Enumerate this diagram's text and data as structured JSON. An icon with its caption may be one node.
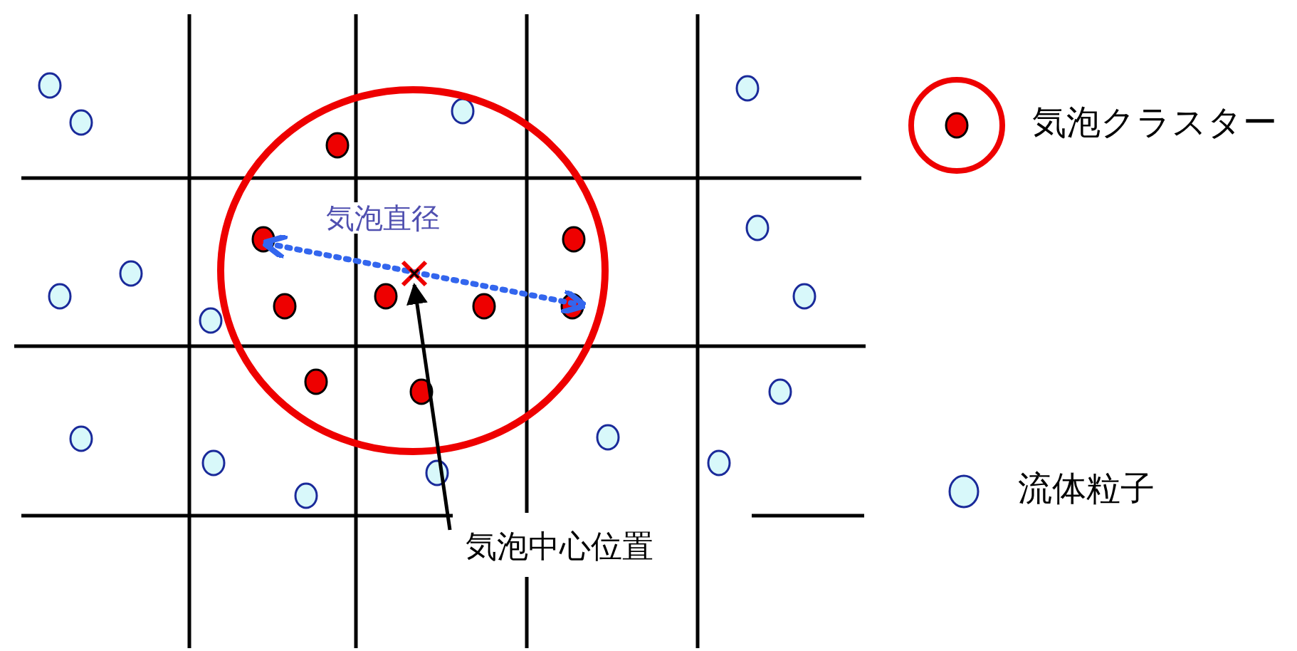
{
  "diagram": {
    "nodes": [
      {
        "text": [
          "気泡中心位置"
        ]
      },
      {
        "text": [],
        "shape": "cross"
      }
    ],
    "edges": [
      {
        "from": 0,
        "to": 1,
        "arrow": "to"
      }
    ],
    "labels": [
      "気泡直径"
    ],
    "legend": [
      {
        "text": "気泡クラスター"
      },
      {
        "text": "流体粒子"
      }
    ]
  }
}
